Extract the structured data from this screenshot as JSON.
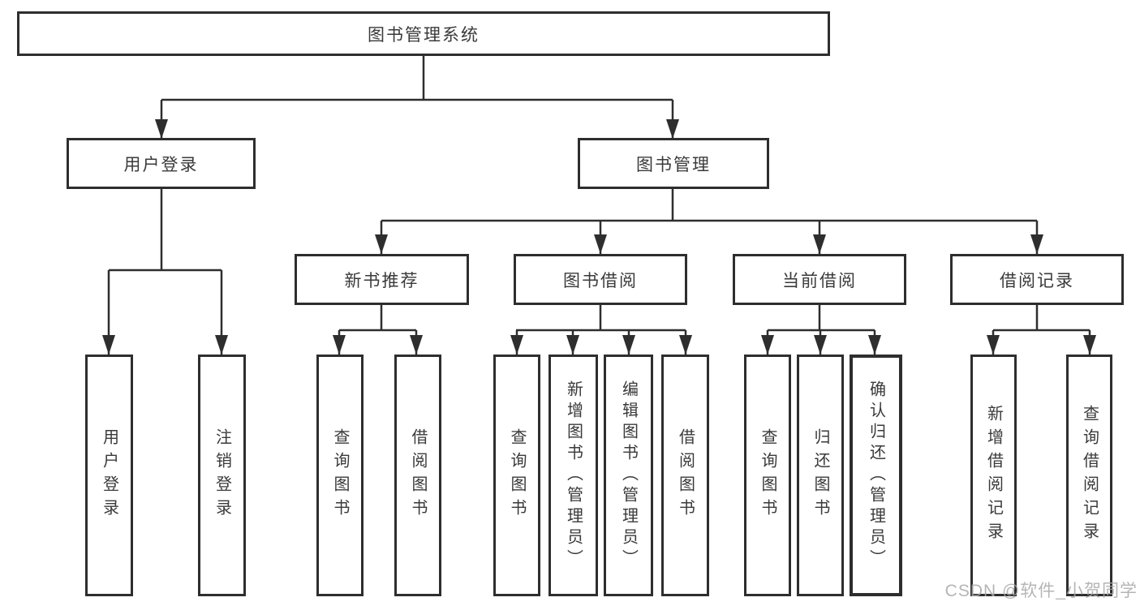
{
  "nodes": {
    "root": "图书管理系统",
    "user_login": "用户登录",
    "book_mgmt": "图书管理",
    "new_book_rec": "新书推荐",
    "book_borrow": "图书借阅",
    "current_borrow": "当前借阅",
    "borrow_records": "借阅记录",
    "user_login_leaf": "用户登录",
    "logout_leaf": "注销登录",
    "nb_query": "查询图书",
    "nb_borrow": "借阅图书",
    "bb_query": "查询图书",
    "bb_add": "新增图书（管理员）",
    "bb_edit": "编辑图书（管理员）",
    "bb_borrow": "借阅图书",
    "cb_query": "查询图书",
    "cb_return": "归还图书",
    "cb_confirm": "确认归还（管理员）",
    "br_add": "新增借阅记录",
    "br_query": "查询借阅记录"
  },
  "watermark": "CSDN @软件_小贺同学",
  "colors": {
    "line": "#2e2e2e",
    "text": "#3a3a3a",
    "box_background": "#ffffff",
    "watermark": "#a9a9a9",
    "background": "#ffffff"
  }
}
